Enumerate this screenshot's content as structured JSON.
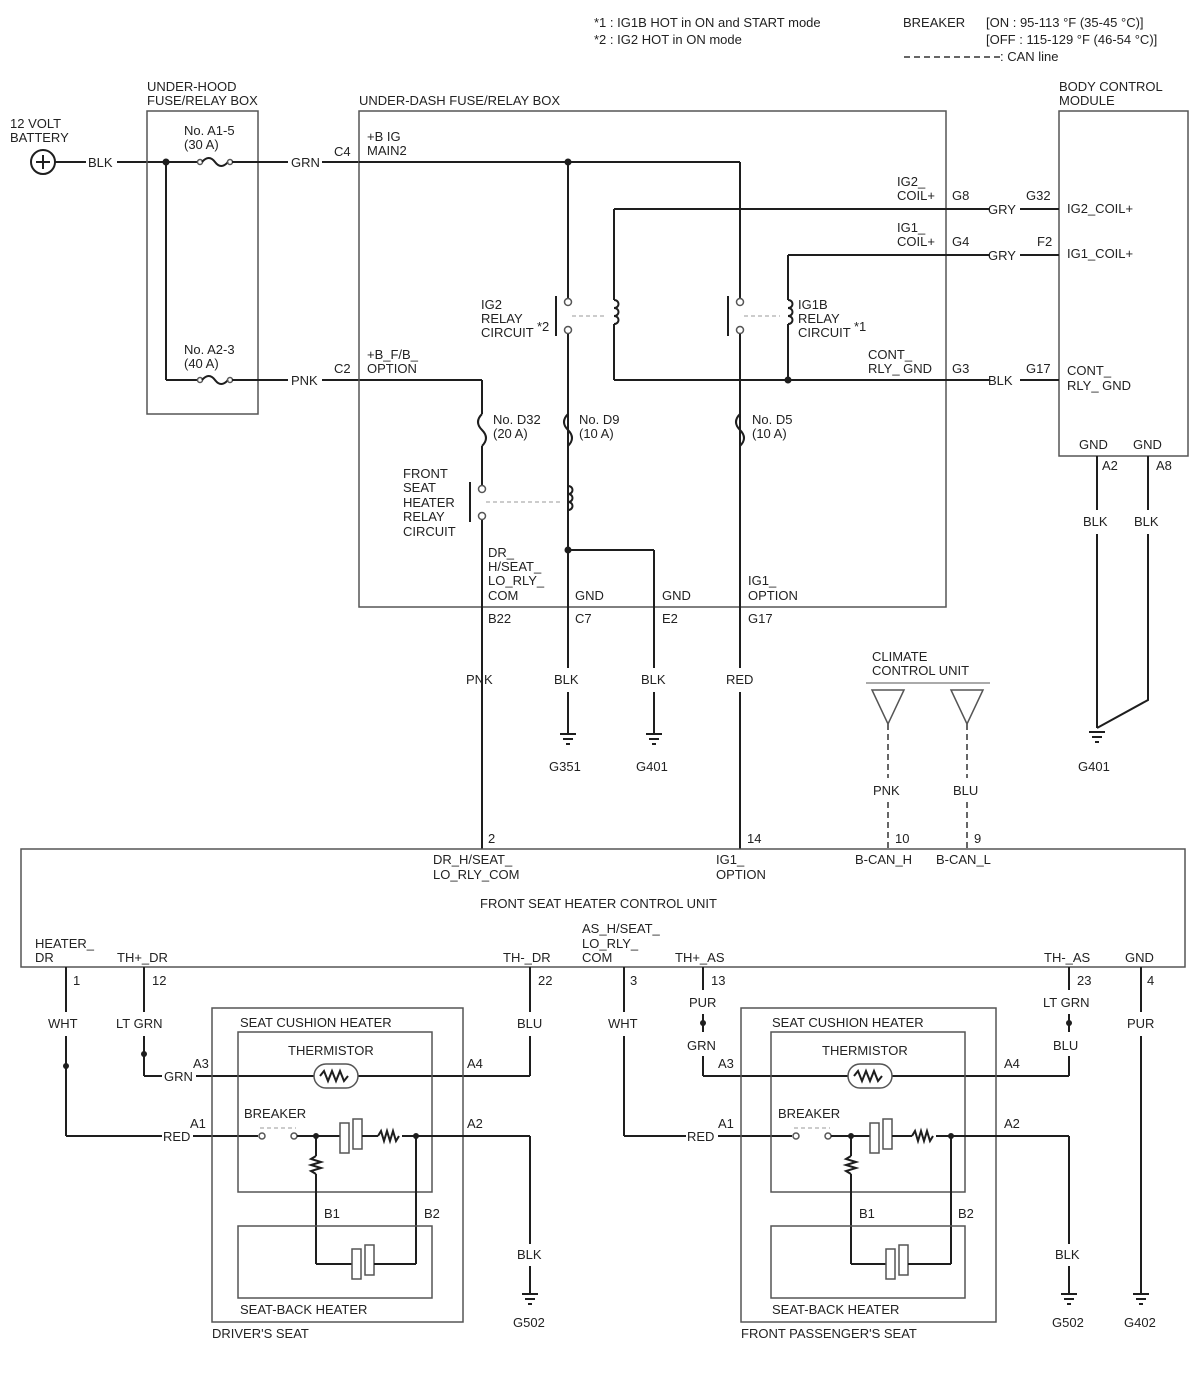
{
  "notes": {
    "n1": "*1 : IG1B HOT in ON and START mode",
    "n2": "*2 : IG2 HOT in ON mode",
    "breaker_label": "BREAKER",
    "breaker_on": "[ON : 95-113 °F (35-45 °C)]",
    "breaker_off": "[OFF : 115-129 °F (46-54 °C)]",
    "can_line": ": CAN line"
  },
  "battery": {
    "l1": "12 VOLT",
    "l2": "BATTERY",
    "wire": "BLK"
  },
  "underhood": {
    "t1": "UNDER-HOOD",
    "t2": "FUSE/RELAY BOX",
    "fuse1_a": "No. A1-5",
    "fuse1_b": "(30 A)",
    "wire1": "GRN",
    "fuse2_a": "No. A2-3",
    "fuse2_b": "(40 A)",
    "wire2": "PNK"
  },
  "underdash": {
    "title": "UNDER-DASH FUSE/RELAY BOX",
    "c4": "C4",
    "c4_l1": "+B IG",
    "c4_l2": "MAIN2",
    "c2": "C2",
    "c2_l1": "+B_F/B_",
    "c2_l2": "OPTION",
    "ig2coil_l1": "IG2_",
    "ig2coil_l2": "COIL+",
    "g8": "G8",
    "ig1coil_l1": "IG1_",
    "ig1coil_l2": "COIL+",
    "g4": "G4",
    "cont_l1": "CONT_",
    "cont_l2": "RLY_ GND",
    "g3": "G3",
    "ig2relay_l1": "IG2",
    "ig2relay_l2": "RELAY",
    "ig2relay_l3": "CIRCUIT",
    "ig1brelay_l1": "IG1B",
    "ig1brelay_l2": "RELAY",
    "ig1brelay_l3": "CIRCUIT",
    "star1": "*1",
    "star2": "*2",
    "d32_a": "No. D32",
    "d32_b": "(20 A)",
    "d9_a": "No. D9",
    "d9_b": "(10 A)",
    "d5_a": "No. D5",
    "d5_b": "(10 A)",
    "fsh_l1": "FRONT",
    "fsh_l2": "SEAT",
    "fsh_l3": "HEATER",
    "fsh_l4": "RELAY",
    "fsh_l5": "CIRCUIT",
    "dr_l1": "DR_",
    "dr_l2": "H/SEAT_",
    "dr_l3": "LO_RLY_",
    "dr_l4": "COM",
    "gnd1": "GND",
    "gnd2": "GND",
    "ig1opt_l1": "IG1_",
    "ig1opt_l2": "OPTION",
    "b22": "B22",
    "c7": "C7",
    "e2": "E2",
    "g17": "G17",
    "w_b22": "PNK",
    "w_c7": "BLK",
    "w_e2": "BLK",
    "w_g17": "RED",
    "g351": "G351",
    "g401": "G401"
  },
  "bcm": {
    "t1": "BODY CONTROL",
    "t2": "MODULE",
    "g32": "G32",
    "ig2coil": "IG2_COIL+",
    "f2": "F2",
    "ig1coil": "IG1_COIL+",
    "g17": "G17",
    "cont_l1": "CONT_",
    "cont_l2": "RLY_ GND",
    "gnd1": "GND",
    "gnd2": "GND",
    "a2": "A2",
    "a8": "A8",
    "w_a2": "BLK",
    "w_a8": "BLK",
    "ground": "G401",
    "w_g8": "GRY",
    "w_g4": "GRY",
    "w_g3": "BLK"
  },
  "climate": {
    "l1": "CLIMATE",
    "l2": "CONTROL UNIT",
    "w1": "PNK",
    "w2": "BLU"
  },
  "fshcu": {
    "title": "FRONT SEAT HEATER CONTROL UNIT",
    "p2": "2",
    "dr_l1": "DR_H/SEAT_",
    "dr_l2": "LO_RLY_COM",
    "p14": "14",
    "ig1_l1": "IG1_",
    "ig1_l2": "OPTION",
    "p10": "10",
    "bcanh": "B-CAN_H",
    "p9": "9",
    "bcanl": "B-CAN_L",
    "heater_l1": "HEATER_",
    "heater_l2": "DR",
    "p1": "1",
    "thpdr": "TH+_DR",
    "p12": "12",
    "thmdr": "TH-_DR",
    "p22": "22",
    "as_l1": "AS_H/SEAT_",
    "as_l2": "LO_RLY_",
    "as_l3": "COM",
    "p3": "3",
    "thpas": "TH+_AS",
    "p13": "13",
    "thmas": "TH-_AS",
    "p23": "23",
    "gnd": "GND",
    "p4": "4"
  },
  "driver": {
    "w1": "WHT",
    "w12": "LT GRN",
    "w22": "BLU",
    "cushion": "SEAT CUSHION HEATER",
    "thermistor": "THERMISTOR",
    "breaker": "BREAKER",
    "a3": "A3",
    "a3w": "GRN",
    "a4": "A4",
    "a1": "A1",
    "a1w": "RED",
    "a2": "A2",
    "b1": "B1",
    "b2": "B2",
    "back": "SEAT-BACK HEATER",
    "seat": "DRIVER'S SEAT",
    "gw": "BLK",
    "ground": "G502"
  },
  "passenger": {
    "w3": "WHT",
    "w13": "PUR",
    "w13b": "GRN",
    "w23": "LT GRN",
    "w23b": "BLU",
    "cushion": "SEAT CUSHION HEATER",
    "thermistor": "THERMISTOR",
    "breaker": "BREAKER",
    "a3": "A3",
    "a4": "A4",
    "a1": "A1",
    "a1w": "RED",
    "a2": "A2",
    "b1": "B1",
    "b2": "B2",
    "back": "SEAT-BACK HEATER",
    "seat": "FRONT PASSENGER'S SEAT",
    "gw": "BLK",
    "ground": "G502",
    "w4": "PUR",
    "ground4": "G402"
  }
}
